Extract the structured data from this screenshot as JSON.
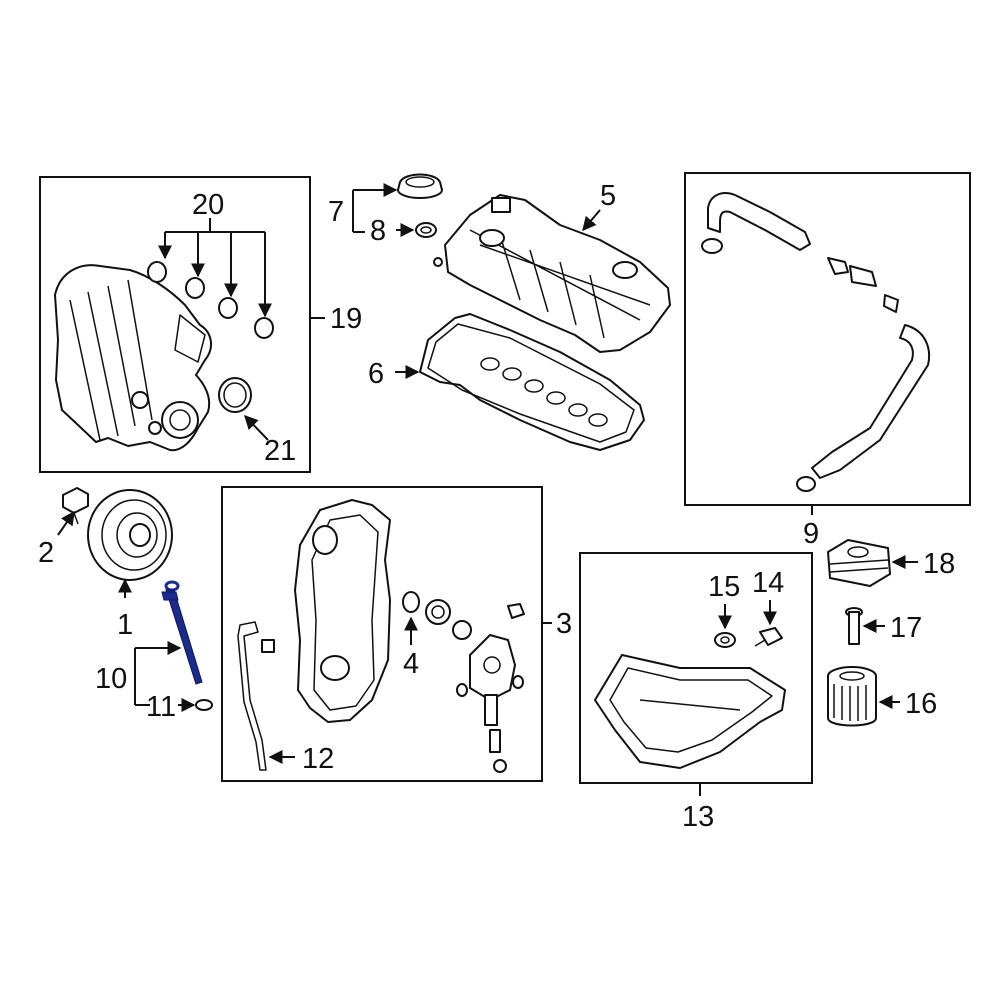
{
  "diagram": {
    "highlight_color": "#1b2a8f",
    "line_color": "#111111",
    "background": "#ffffff",
    "highlighted_part": "10",
    "callouts": {
      "c1": "1",
      "c2": "2",
      "c3": "3",
      "c4": "4",
      "c5": "5",
      "c6": "6",
      "c7": "7",
      "c8": "8",
      "c9": "9",
      "c10": "10",
      "c11": "11",
      "c12": "12",
      "c13": "13",
      "c14": "14",
      "c15": "15",
      "c16": "16",
      "c17": "17",
      "c18": "18",
      "c19": "19",
      "c20": "20",
      "c21": "21"
    }
  }
}
